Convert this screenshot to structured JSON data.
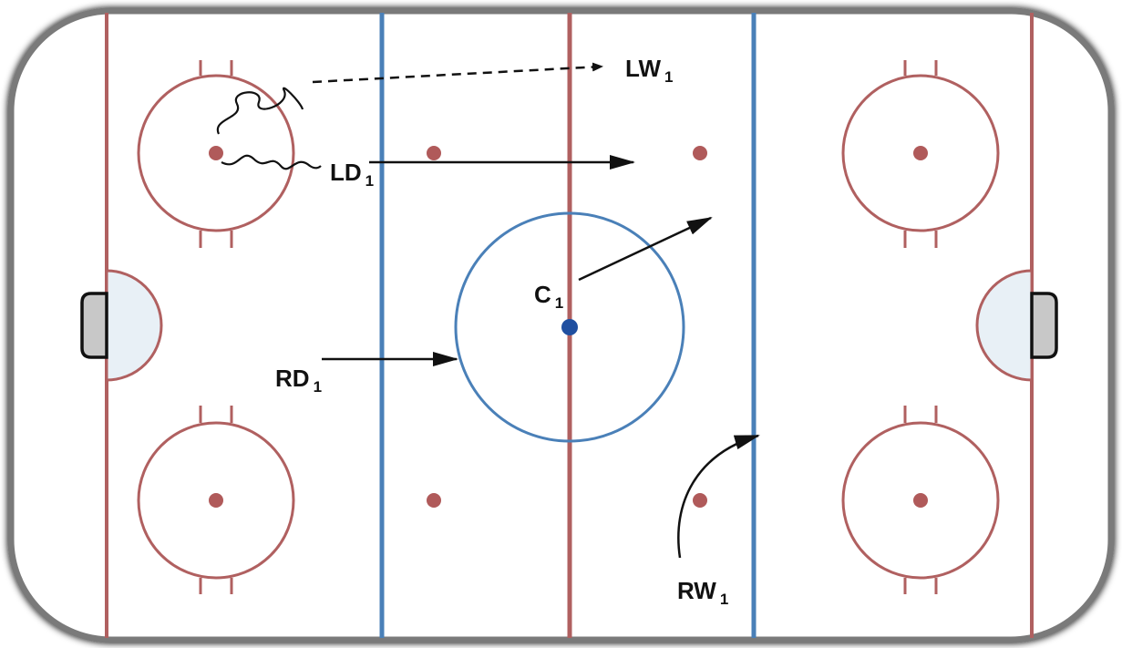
{
  "colors": {
    "red_line": "#b06060",
    "blue_line": "#4a80b8",
    "dot_red": "#b05a5a",
    "puck_blue": "#1f4fa0",
    "crease_fill": "#e8f0f6",
    "net_fill": "#c8c8c8",
    "board": "#888888",
    "arrow": "#111111"
  },
  "players": {
    "lw": {
      "main": "LW",
      "sub": "1"
    },
    "ld": {
      "main": "LD",
      "sub": "1"
    },
    "c": {
      "main": "C",
      "sub": "1"
    },
    "rd": {
      "main": "RD",
      "sub": "1"
    },
    "rw": {
      "main": "RW",
      "sub": "1"
    }
  }
}
